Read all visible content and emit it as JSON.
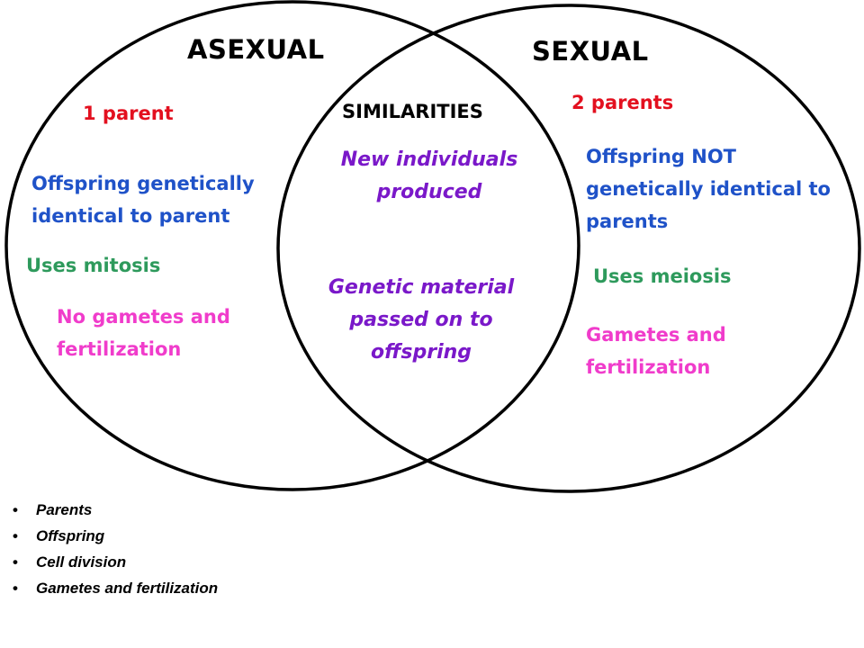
{
  "left_circle": {
    "title": "ASEXUAL",
    "parents": "1 parent",
    "offspring": "Offspring genetically identical to parent",
    "division": "Uses mitosis",
    "gametes": "No gametes and fertilization"
  },
  "right_circle": {
    "title": "SEXUAL",
    "parents": "2 parents",
    "offspring": "Offspring NOT genetically identical to parents",
    "division": "Uses meiosis",
    "gametes": "Gametes and fertilization"
  },
  "overlap": {
    "title": "SIMILARITIES",
    "item1": "New individuals produced",
    "item2": "Genetic material passed on to offspring"
  },
  "legend": {
    "items": [
      "Parents",
      "Offspring",
      "Cell division",
      "Gametes and fertilization"
    ],
    "bullet": "•"
  },
  "colors": {
    "parents": "#e3101f",
    "offspring": "#1f52c8",
    "cell_division": "#2e9a5c",
    "gametes": "#f03ccb",
    "similarities": "#7a18c9",
    "outline": "#000000"
  }
}
